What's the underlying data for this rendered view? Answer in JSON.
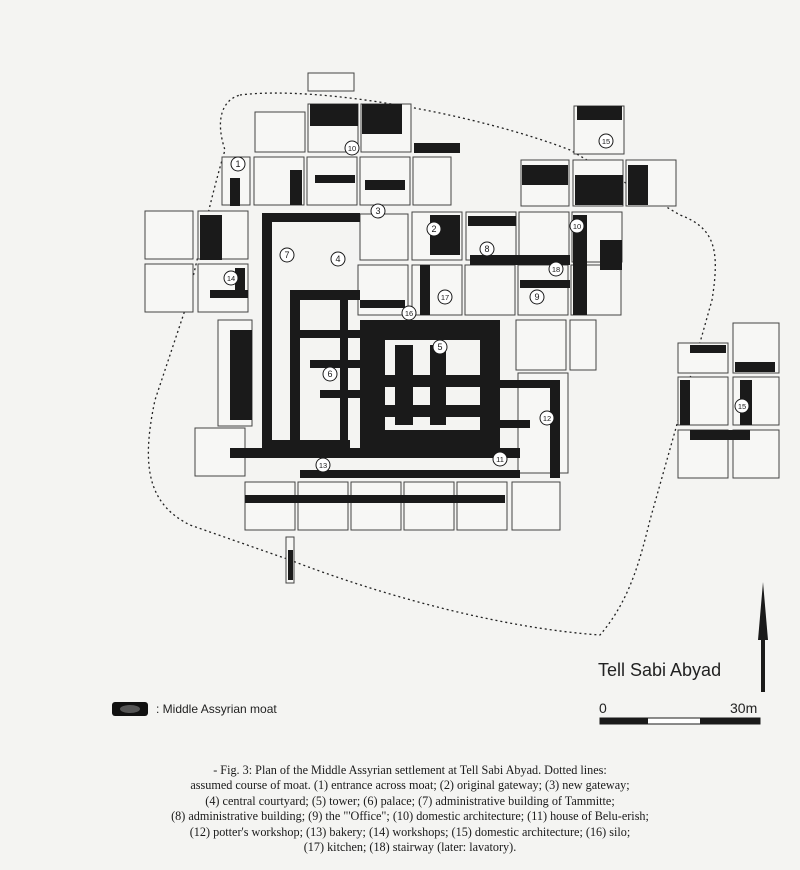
{
  "figure": {
    "site_name": "Tell Sabi Abyad",
    "scale": {
      "zero_label": "0",
      "max_label": "30m"
    },
    "legend": {
      "label": ": Middle Assyrian moat"
    },
    "caption_lines": [
      "- Fig. 3: Plan of the Middle Assyrian settlement at Tell Sabi Abyad. Dotted lines:",
      "assumed course of moat. (1) entrance across moat; (2) original gateway; (3) new gateway;",
      "(4) central courtyard; (5) tower; (6) palace; (7) administrative building of Tammitte;",
      "(8) administrative building; (9) the \"'Office\"; (10) domestic architecture; (11) house of Belu-erish;",
      "(12) potter's workshop; (13) bakery; (14) workshops; (15) domestic architecture; (16) silo;",
      "(17) kitchen; (18) stairway (later: lavatory)."
    ],
    "plan_labels": [
      "1",
      "10",
      "15",
      "3",
      "2",
      "8",
      "10",
      "7",
      "4",
      "18",
      "14",
      "9",
      "17",
      "16",
      "5",
      "6",
      "12",
      "15",
      "11",
      "13"
    ]
  },
  "colors": {
    "wall": "#1a1a1a",
    "grid_fill": "#f7f7f5",
    "moat_line": "#222222"
  }
}
